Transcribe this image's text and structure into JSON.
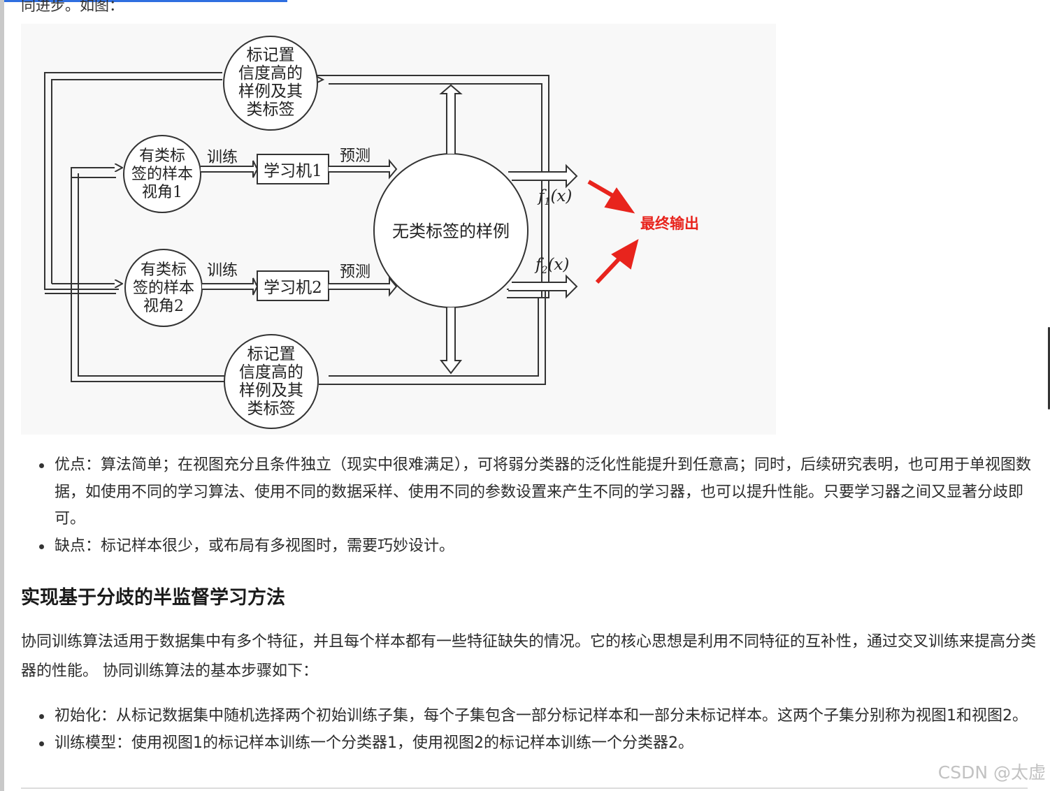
{
  "intro_text": "同进步。如图：",
  "diagram": {
    "top_box": [
      "标记置",
      "信度高的",
      "样例及其",
      "类标签"
    ],
    "bottom_box": [
      "标记置",
      "信度高的",
      "样例及其",
      "类标签"
    ],
    "view1": [
      "有类标",
      "签的样本",
      "视角1"
    ],
    "view2": [
      "有类标",
      "签的样本",
      "视角2"
    ],
    "train1": "训练",
    "train2": "训练",
    "learner1": "学习机1",
    "learner2": "学习机2",
    "predict1": "预测",
    "predict2": "预测",
    "center": "无类标签的样例",
    "f1_base": "f",
    "f1_sub": "1",
    "f1_arg": "(x)",
    "f2_base": "f",
    "f2_sub": "2",
    "f2_arg": "(x)",
    "final": "最终输出",
    "accent_color": "#e8241d"
  },
  "bullets_a": [
    "优点：算法简单；在视图充分且条件独立（现实中很难满足），可将弱分类器的泛化性能提升到任意高；同时，后续研究表明，也可用于单视图数据，如使用不同的学习算法、使用不同的数据采样、使用不同的参数设置来产生不同的学习器，也可以提升性能。只要学习器之间又显著分歧即可。",
    "缺点：标记样本很少，或布局有多视图时，需要巧妙设计。"
  ],
  "heading": "实现基于分歧的半监督学习方法",
  "paragraph": "协同训练算法适用于数据集中有多个特征，并且每个样本都有一些特征缺失的情况。它的核心思想是利用不同特征的互补性，通过交叉训练来提高分类器的性能。 协同训练算法的基本步骤如下：",
  "bullets_b": [
    "初始化：从标记数据集中随机选择两个初始训练子集，每个子集包含一部分标记样本和一部分未标记样本。这两个子集分别称为视图1和视图2。",
    "训练模型：使用视图1的标记样本训练一个分类器1，使用视图2的标记样本训练一个分类器2。"
  ],
  "watermark": "CSDN @太虚"
}
